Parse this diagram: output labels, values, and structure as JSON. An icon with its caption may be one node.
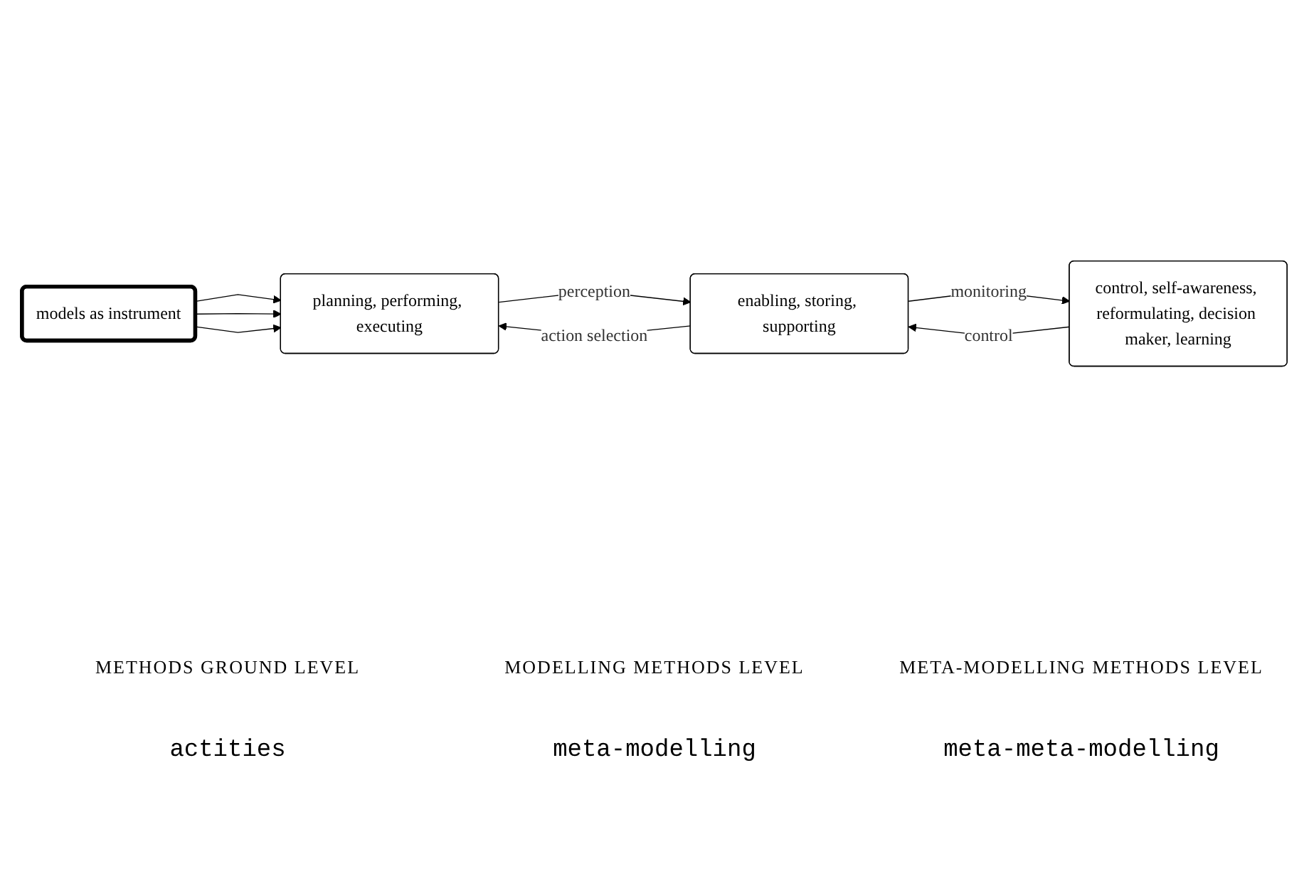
{
  "diagram": {
    "nodes": [
      {
        "text": [
          "models as instrument"
        ]
      },
      {
        "text": [
          "planning, performing, executing"
        ]
      },
      {
        "text": [
          "enabling, storing, supporting"
        ]
      },
      {
        "text": [
          "control, self-awareness, reformulating, decision maker, learning"
        ]
      }
    ],
    "edges": [
      {
        "from": 0,
        "to": 1,
        "arrow": "to"
      },
      {
        "from": 0,
        "to": 1,
        "arrow": "to"
      },
      {
        "from": 0,
        "to": 1,
        "arrow": "to"
      },
      {
        "from": 1,
        "to": 2,
        "arrow": "to",
        "label": "perception"
      },
      {
        "from": 2,
        "to": 1,
        "arrow": "to",
        "label": "action selection"
      },
      {
        "from": 2,
        "to": 3,
        "arrow": "to",
        "label": "monitoring"
      },
      {
        "from": 3,
        "to": 2,
        "arrow": "to",
        "label": "control"
      }
    ],
    "labels": [
      "METHODS GROUND LEVEL",
      "MODELLING METHODS LEVEL",
      "META-MODELLING METHODS LEVEL",
      "actities",
      "meta-modelling",
      "meta-meta-modelling"
    ]
  }
}
